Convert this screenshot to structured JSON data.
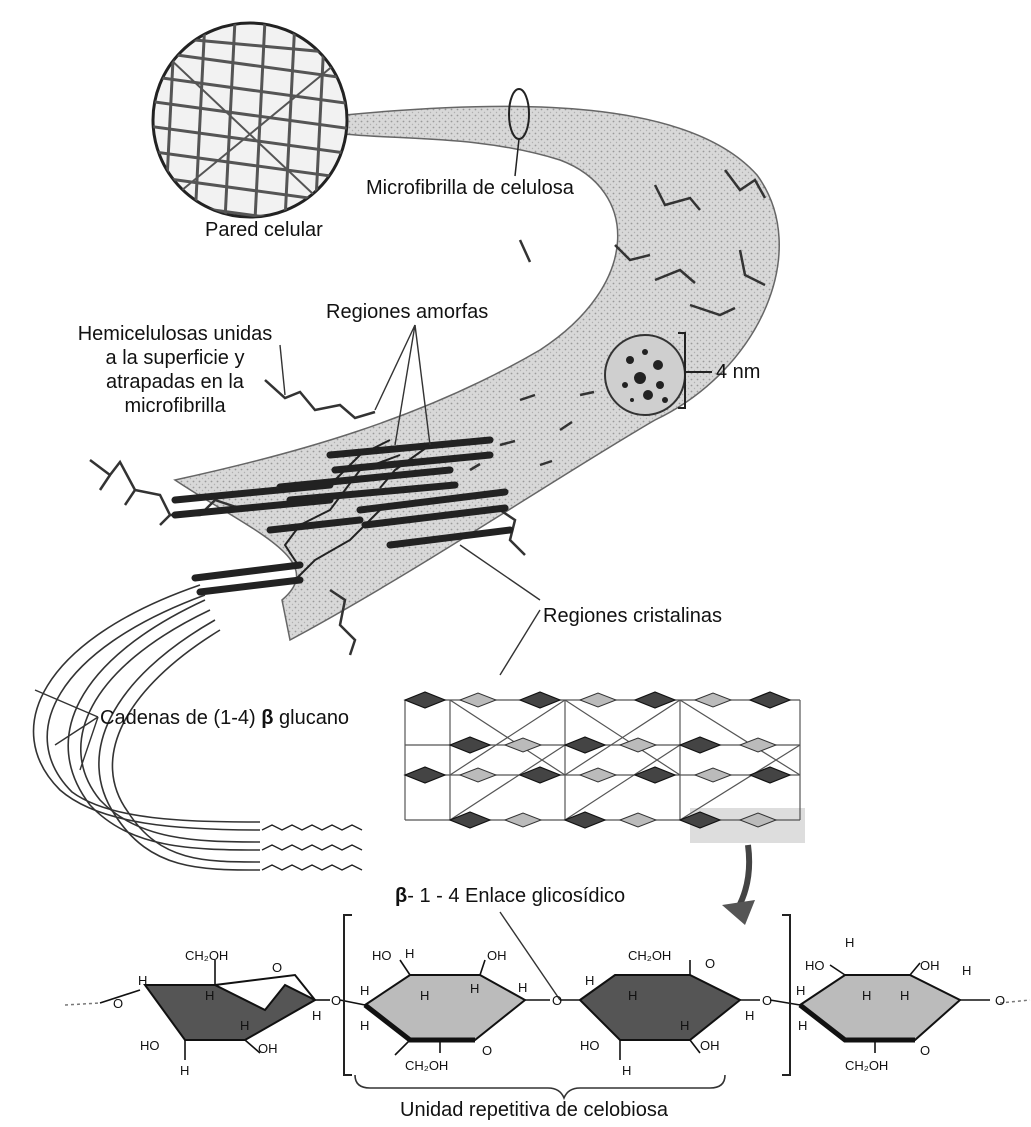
{
  "labels": {
    "pared_celular": "Pared celular",
    "microfibrilla": "Microfibrilla de celulosa",
    "regiones_amorfas": "Regiones amorfas",
    "hemicelulosas_l1": "Hemicelulosas unidas",
    "hemicelulosas_l2": "a la superficie y",
    "hemicelulosas_l3": "atrapadas en la",
    "hemicelulosas_l4": "microfibrilla",
    "diametro": "4 nm",
    "regiones_cristalinas": "Regiones cristalinas",
    "cadenas_prefix": "Cadenas de (1-4)",
    "cadenas_beta": "β",
    "cadenas_suffix": "glucano",
    "enlace_beta": "β",
    "enlace_text": "1 - 4 Enlace glicosídico",
    "unidad_repetitiva": "Unidad repetitiva de celobiosa"
  },
  "chemistry": {
    "oxygen": "O",
    "hydrogen": "H",
    "hydroxyl": "OH",
    "hydroxyl_left": "HO",
    "ch2oh": "CH₂OH"
  }
}
